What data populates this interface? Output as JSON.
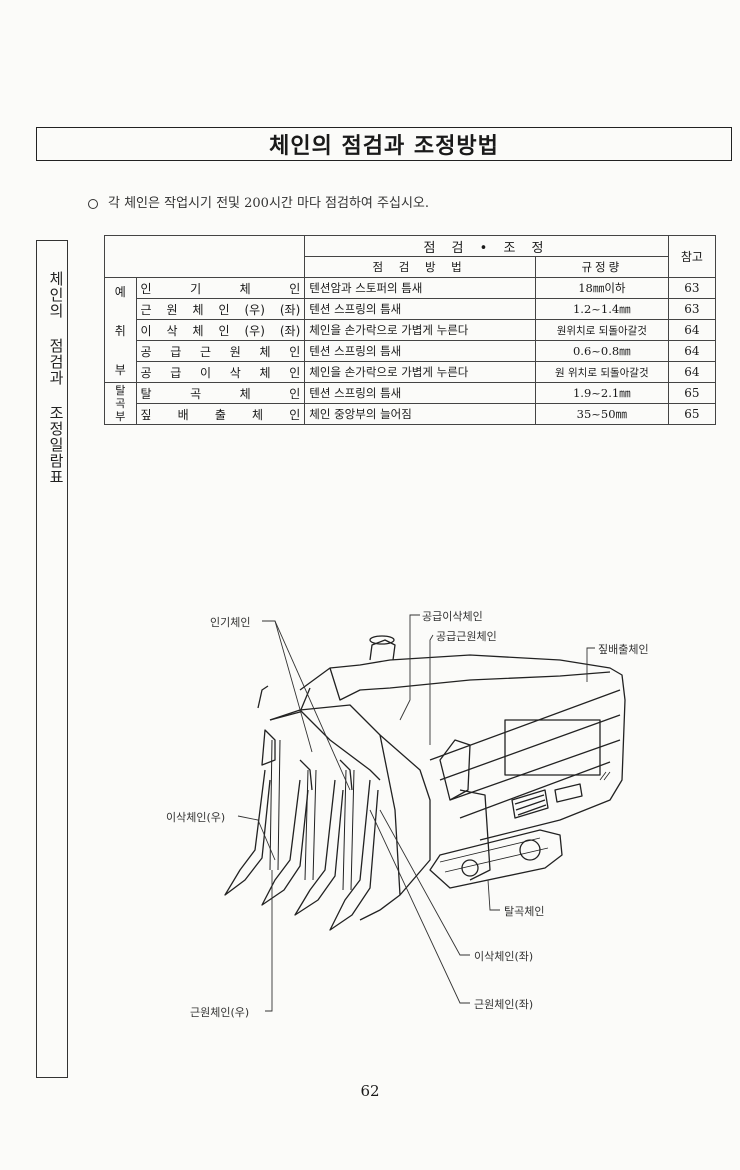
{
  "title": "체인의 점검과 조정방법",
  "note": "각 체인은 작업시기 전및 200시간 마다 점검하여 주십시오.",
  "side_label": "체인의 점검과 조정일람표",
  "table": {
    "header_group": "점 검 • 조 정",
    "col_method": "점 검 방 법",
    "col_spec": "규정량",
    "col_ref": "참고",
    "groups": [
      {
        "label": "예 취 부",
        "chars": [
          "예",
          "취",
          "부"
        ]
      },
      {
        "label": "탈곡부",
        "chars": [
          "탈",
          "곡",
          "부"
        ]
      }
    ],
    "rows": [
      {
        "name": "인 기 체 인",
        "method": "텐션암과 스토퍼의 틈새",
        "spec": "18㎜이하",
        "ref": "63"
      },
      {
        "name": "근 원 체 인 (우) (좌)",
        "method": "텐션 스프링의 틈새",
        "spec": "1.2~1.4㎜",
        "ref": "63"
      },
      {
        "name": "이 삭 체 인 (우) (좌)",
        "method": "체인을 손가락으로 가볍게 누른다",
        "spec": "원위치로 되돌아갈것",
        "ref": "64"
      },
      {
        "name": "공 급 근 원 체 인",
        "method": "텐션 스프링의 틈새",
        "spec": "0.6~0.8㎜",
        "ref": "64"
      },
      {
        "name": "공 급 이 삭 체 인",
        "method": "체인을 손가락으로 가볍게 누른다",
        "spec": "원 위치로 되돌아갈것",
        "ref": "64"
      },
      {
        "name": "탈 곡 체 인",
        "method": "텐션 스프링의 틈새",
        "spec": "1.9~2.1㎜",
        "ref": "65"
      },
      {
        "name": "짚 배 출 체 인",
        "method": "체인 중앙부의 늘어짐",
        "spec": "35~50㎜",
        "ref": "65"
      }
    ]
  },
  "diagram": {
    "labels": {
      "ingi": "인기체인",
      "gonggeup_isak": "공급이삭체인",
      "gonggeup_geunwon": "공급근원체인",
      "jip": "짚배출체인",
      "isak_r": "이삭체인(우)",
      "talgok": "탈곡체인",
      "isak_l": "이삭체인(좌)",
      "geunwon_r": "근원체인(우)",
      "geunwon_l": "근원체인(좌)"
    }
  },
  "page_number": "62"
}
